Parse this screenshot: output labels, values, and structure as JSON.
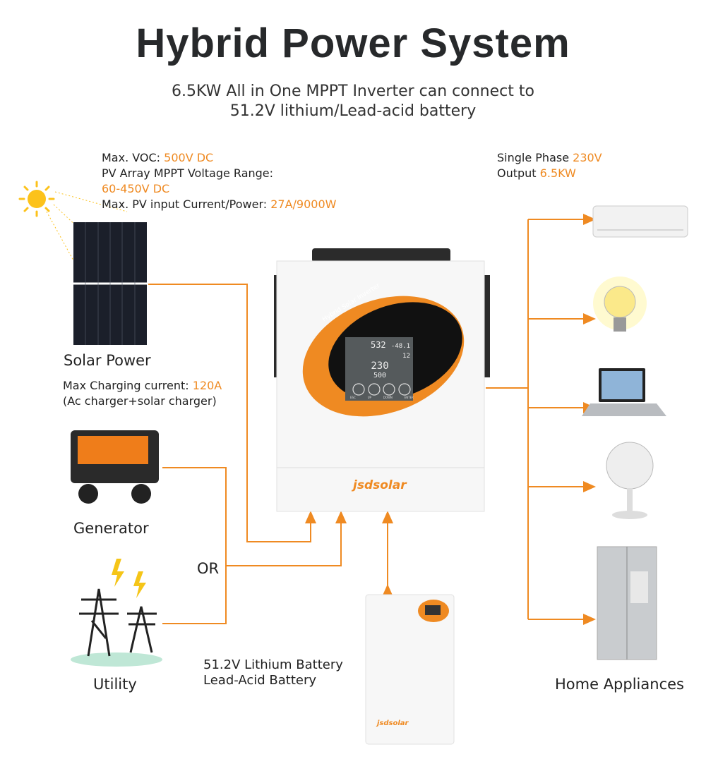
{
  "title": "Hybrid Power System",
  "subtitle": [
    "6.5KW All in One MPPT Inverter can connect to",
    "51.2V lithium/Lead-acid battery"
  ],
  "pv_specs": {
    "voc_label": "Max. VOC: ",
    "voc_value": "500V DC",
    "mppt_label": "PV Array MPPT Voltage Range:",
    "mppt_value": "60-450V DC",
    "pv_input_label": "Max. PV input Current/Power: ",
    "pv_input_value": "27A/9000W"
  },
  "output_specs": {
    "phase_label": "Single Phase ",
    "phase_value": "230V",
    "output_label": "Output ",
    "output_value": "6.5KW"
  },
  "solar": {
    "label": "Solar Power",
    "charging_label": "Max Charging current: ",
    "charging_value": "120A",
    "charging_note": "(Ac charger+solar charger)"
  },
  "generator": {
    "label": "Generator"
  },
  "or_label": "OR",
  "utility": {
    "label": "Utility"
  },
  "battery": {
    "line1": "51.2V Lithium Battery",
    "line2": "Lead-Acid Battery",
    "brand": "jsdsolar"
  },
  "inverter": {
    "name": "Hybrid Solar Inverter",
    "brand": "jsdsolar",
    "display": {
      "top": "532",
      "top_right": "-48.1",
      "bottom_right": "12",
      "main": "230",
      "secondary": "500"
    },
    "buttons": [
      "ESC",
      "UP",
      "DOWN",
      "ENTER"
    ]
  },
  "appliances": {
    "label": "Home Appliances",
    "items": [
      "air-conditioner",
      "light-bulb",
      "laptop",
      "fan",
      "refrigerator"
    ]
  },
  "colors": {
    "accent": "#ef8a22",
    "text": "#27292b"
  }
}
